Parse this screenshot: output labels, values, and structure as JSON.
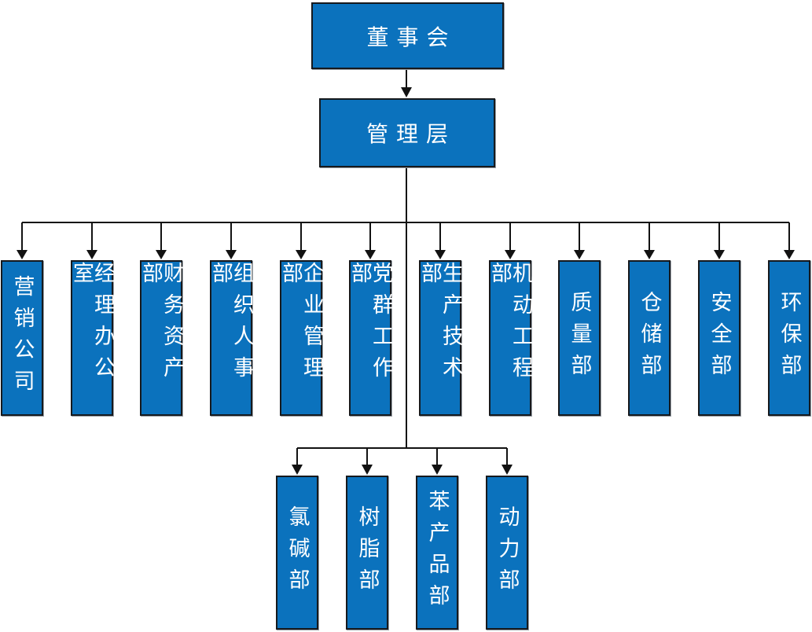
{
  "org_chart": {
    "root": {
      "label": "董事会"
    },
    "level2": {
      "label": "管理层"
    },
    "departments": [
      {
        "label": "营销公司"
      },
      {
        "label": "经理办公室"
      },
      {
        "label": "财务资产部"
      },
      {
        "label": "组织人事部"
      },
      {
        "label": "企业管理部"
      },
      {
        "label": "党群工作部"
      },
      {
        "label": "生产技术部"
      },
      {
        "label": "机动工程部"
      },
      {
        "label": "质量部"
      },
      {
        "label": "仓储部"
      },
      {
        "label": "安全部"
      },
      {
        "label": "环保部"
      }
    ],
    "production_units": [
      {
        "label": "氯碱部"
      },
      {
        "label": "树脂部"
      },
      {
        "label": "苯产品部"
      },
      {
        "label": "动力部"
      }
    ],
    "colors": {
      "box_fill": "#0b72bd",
      "box_border": "#16191d",
      "text": "#ffffff",
      "connector": "#121212",
      "background": "#ffffff"
    }
  }
}
